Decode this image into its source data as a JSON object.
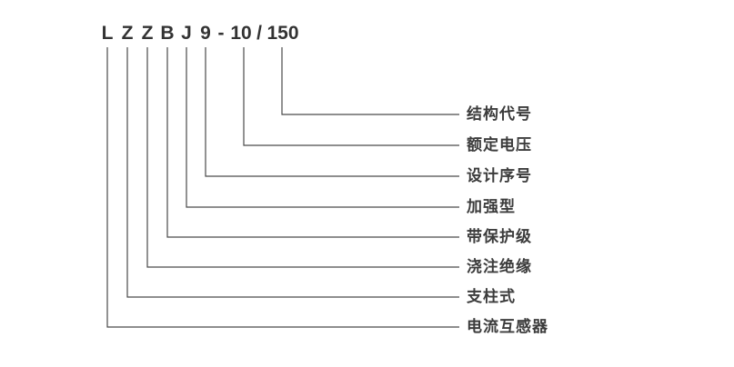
{
  "model_code": {
    "full": "LZZBJ9-10/150",
    "segments": [
      "L",
      "Z",
      "Z",
      "B",
      "J",
      "9",
      "-",
      "10",
      "/",
      "150"
    ]
  },
  "legend": {
    "rows": [
      {
        "segment": "150",
        "label": "结构代号"
      },
      {
        "segment": "10",
        "label": "额定电压"
      },
      {
        "segment": "9",
        "label": "设计序号"
      },
      {
        "segment": "J",
        "label": "加强型"
      },
      {
        "segment": "B",
        "label": "带保护级"
      },
      {
        "segment": "Z",
        "label": "浇注绝缘"
      },
      {
        "segment": "Z",
        "label": "支柱式"
      },
      {
        "segment": "L",
        "label": "电流互感器"
      }
    ]
  },
  "colors": {
    "line": "#4a4a4a",
    "text": "#3c3c3c",
    "background": "#ffffff"
  }
}
